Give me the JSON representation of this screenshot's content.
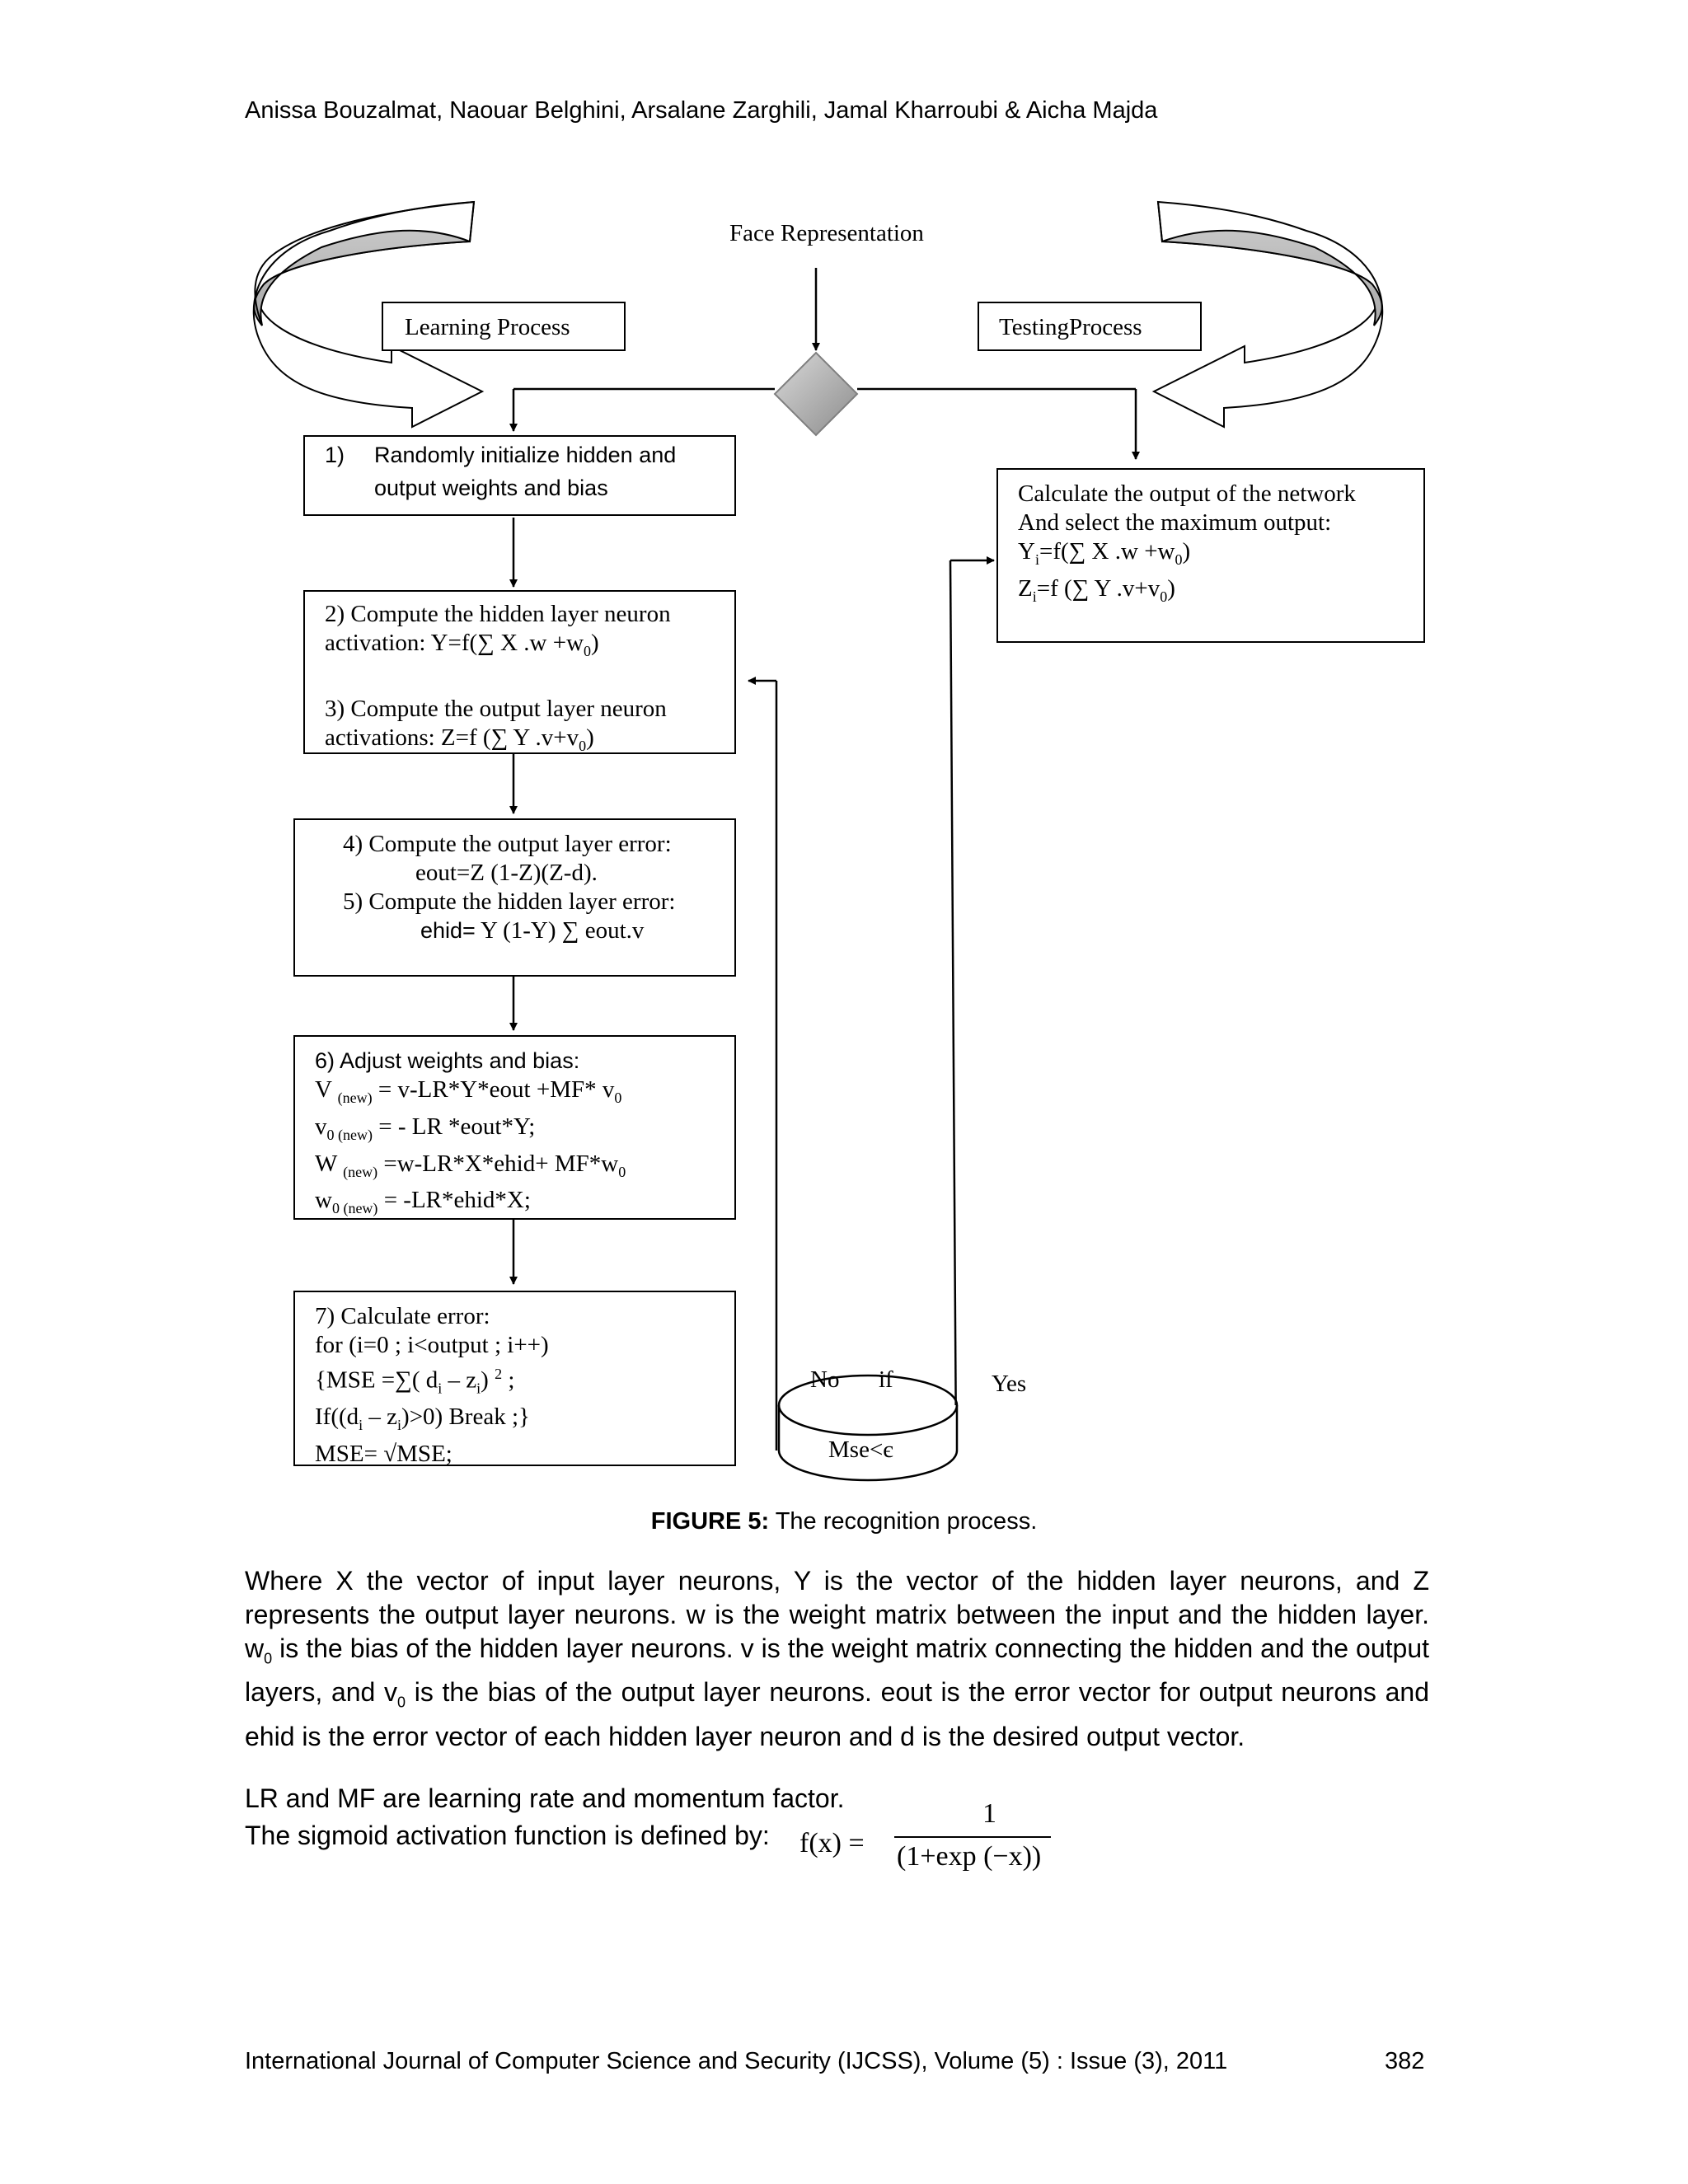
{
  "header": {
    "authors": "Anissa Bouzalmat, Naouar Belghini, Arsalane Zarghili, Jamal Kharroubi & Aicha Majda"
  },
  "figure": {
    "face_representation": "Face Representation",
    "learning_process": "Learning Process",
    "testing_process": "TestingProcess",
    "step1": {
      "number": "1)",
      "line1": "Randomly initialize hidden and",
      "line2": "output  weights and bias"
    },
    "step2_3": {
      "l1": "2) Compute the hidden layer neuron",
      "l2": "activation:  Y=f(∑ X .w +w",
      "l2_sub": "0",
      "l2_end": ")",
      "l3": "3)  Compute  the  output  layer  neuron",
      "l4": "activations: Z=f (∑ Y .v+v",
      "l4_sub": "0",
      "l4_end": ")"
    },
    "step4_5": {
      "l1": "4) Compute the output layer error:",
      "l2": "eout=Z (1-Z)(Z-d).",
      "l3": "5) Compute the hidden layer error:",
      "l4_a": "ehid=",
      "l4_b": "  Y (1-Y) ∑ eout.v"
    },
    "step6": {
      "l1": "6) Adjust weights and bias:",
      "l2_a": "V ",
      "l2_sub": "(new)",
      "l2_b": " = v-LR*Y*eout +MF* v",
      "l2_sub2": "0",
      "l3_a": "v",
      "l3_sub": "0 (new)",
      "l3_b": " = - LR *eout*Y;",
      "l4_a": "W ",
      "l4_sub": "(new)",
      "l4_b": " =w-LR*X*ehid+ MF*w",
      "l4_sub2": "0",
      "l5_a": "w",
      "l5_sub": "0 (new)",
      "l5_b": " = -LR*ehid*X;"
    },
    "step7": {
      "l1": "7) Calculate error:",
      "l2": "for (i=0 ; i<output ; i++)",
      "l3_a": "{MSE =∑( d",
      "l3_sub1": "i",
      "l3_b": " – z",
      "l3_sub2": "i",
      "l3_c": ") ",
      "l3_sup": "2",
      "l3_d": " ;",
      "l4_a": "If((d",
      "l4_sub1": "i",
      "l4_b": " – z",
      "l4_sub2": "i",
      "l4_c": ")>0)   Break ;}",
      "l5": "MSE=  √MSE;"
    },
    "testing_box": {
      "l1": "Calculate the output of the network",
      "l2": "And select the maximum output:",
      "l3_a": "Y",
      "l3_sub": "i",
      "l3_b": "=f(∑ X .w +w",
      "l3_sub2": "0",
      "l3_c": ")",
      "l4_a": "Z",
      "l4_sub": "i",
      "l4_b": "=f (∑ Y .v+v",
      "l4_sub2": "0",
      "l4_c": ")"
    },
    "no_label": "No",
    "if_label": "if",
    "yes_label": "Yes",
    "condition": "Mse<є"
  },
  "caption": {
    "label": "FIGURE 5:",
    "text": " The recognition process."
  },
  "body": {
    "p1_a": "Where X the vector of input layer neurons, Y is the vector of the hidden layer neurons, and Z represents the output layer neurons. w is the weight matrix between the input and the hidden layer. w",
    "p1_sub1": "0",
    "p1_b": " is the bias of the hidden layer neurons. v is the weight matrix connecting the hidden and the output layers, and v",
    "p1_sub2": "0",
    "p1_c": " is the bias of the output layer neurons. eout is the error vector for output neurons and ehid is the error vector of each hidden layer neuron and d is the desired output vector.",
    "p2": "LR and MF are learning rate and momentum factor.",
    "p3": "The sigmoid activation function is defined by:",
    "formula_lhs": "f(x)  =",
    "formula_num": "1",
    "formula_den": "(1+exp (−x))"
  },
  "footer": {
    "journal": "International Journal of Computer Science and Security (IJCSS), Volume (5) : Issue (3), 2011",
    "page": "382"
  }
}
